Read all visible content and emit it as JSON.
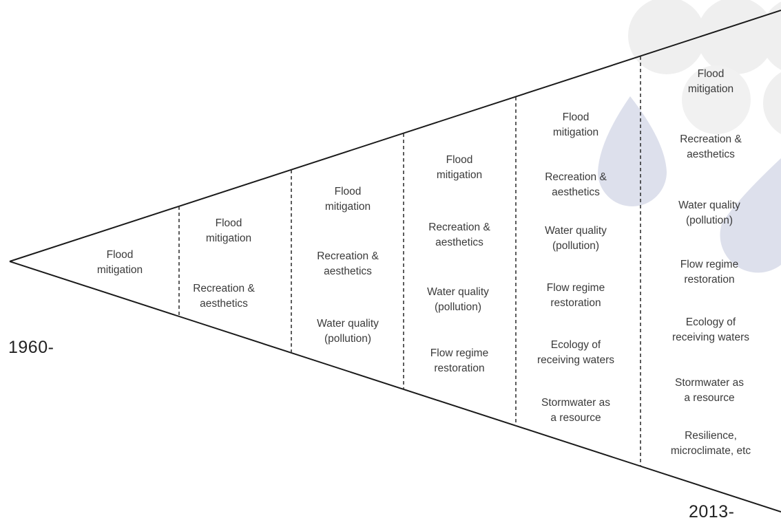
{
  "timeline": {
    "start_label": "1960-",
    "end_label": "2013-"
  },
  "stages": [
    {
      "items": [
        "Flood\nmitigation"
      ]
    },
    {
      "items": [
        "Flood\nmitigation",
        "Recreation &\naesthetics"
      ]
    },
    {
      "items": [
        "Flood\nmitigation",
        "Recreation &\naesthetics",
        "Water quality\n(pollution)"
      ]
    },
    {
      "items": [
        "Flood\nmitigation",
        "Recreation &\naesthetics",
        "Water quality\n(pollution)",
        "Flow regime\nrestoration"
      ]
    },
    {
      "items": [
        "Flood\nmitigation",
        "Recreation &\naesthetics",
        "Water quality\n(pollution)",
        "Flow regime\nrestoration",
        "Ecology of\nreceiving waters",
        "Stormwater as\na resource"
      ]
    },
    {
      "items": [
        "Flood\nmitigation",
        "Recreation &\naesthetics",
        "Water quality\n(pollution)",
        "Flow regime\nrestoration",
        "Ecology of\nreceiving waters",
        "Stormwater as\na resource",
        "Resilience,\nmicroclimate, etc"
      ]
    }
  ],
  "colors": {
    "line": "#1a1a1a",
    "text": "#3a3a3a",
    "decor_circle": "#efefef",
    "decor_drop": "#dde0ec"
  }
}
